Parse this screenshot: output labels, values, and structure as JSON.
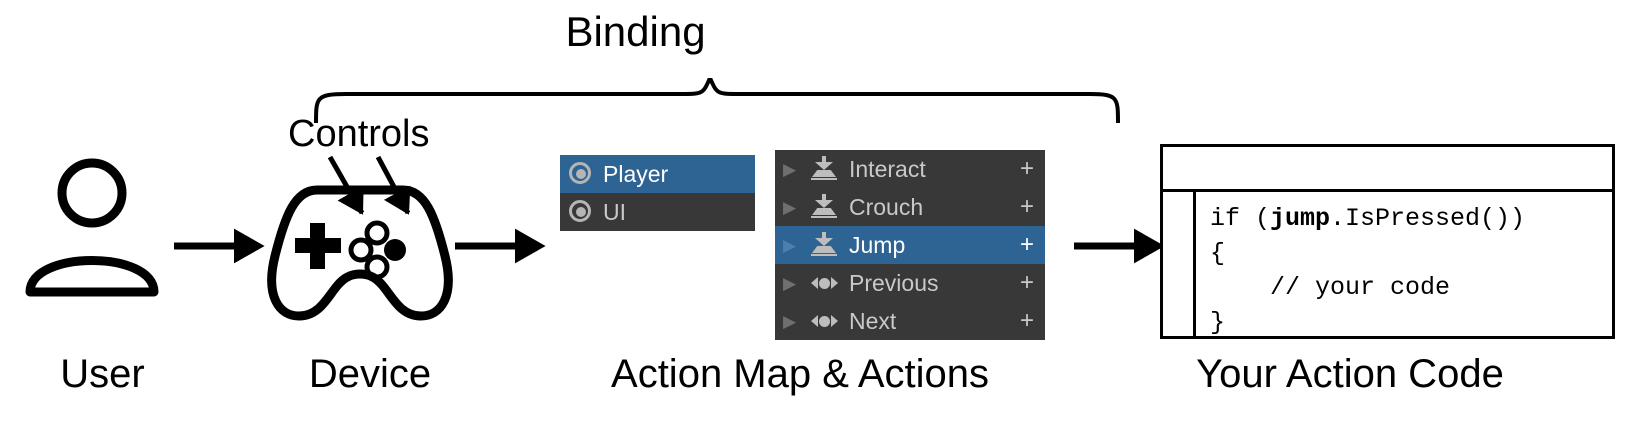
{
  "diagram": {
    "title": "Binding",
    "controls_label": "Controls",
    "captions": {
      "user": "User",
      "device": "Device",
      "action_map": "Action Map & Actions",
      "code": "Your Action Code"
    }
  },
  "action_map_panel": {
    "items": [
      {
        "label": "Player",
        "icon": "scheme-icon",
        "selected": true
      },
      {
        "label": "UI",
        "icon": "scheme-icon",
        "selected": false
      }
    ]
  },
  "actions_panel": {
    "add_label": "+",
    "fold_icon": "triangle-right-icon",
    "items": [
      {
        "label": "Interact",
        "icon": "button-action-icon",
        "selected": false
      },
      {
        "label": "Crouch",
        "icon": "button-action-icon",
        "selected": false
      },
      {
        "label": "Jump",
        "icon": "button-action-icon",
        "selected": true
      },
      {
        "label": "Previous",
        "icon": "axis-action-icon",
        "selected": false
      },
      {
        "label": "Next",
        "icon": "axis-action-icon",
        "selected": false
      }
    ]
  },
  "code_window": {
    "line1_pre": "if (",
    "line1_kw": "jump",
    "line1_post": ".IsPressed())",
    "line2": "{",
    "line3": "    // your code",
    "line4": "}"
  },
  "colors": {
    "panel_bg": "#383838",
    "selection": "#2e6493",
    "text": "#c9c9c9",
    "icon": "#bdbdbd",
    "stroke": "#000000",
    "background": "#ffffff"
  }
}
